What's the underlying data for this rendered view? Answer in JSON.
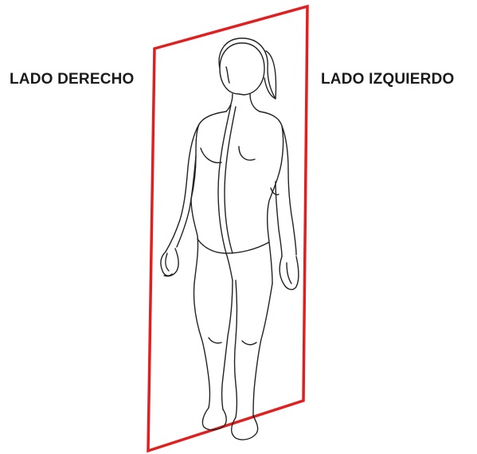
{
  "labels": {
    "right_side": "LADO DERECHO",
    "left_side": "LADO IZQUIERDO"
  },
  "colors": {
    "plane": "#e02020",
    "figure_line": "#222222",
    "text": "#1a1a1a",
    "background": "#ffffff"
  },
  "figure": {
    "subject": "female-human-body-front-view",
    "plane_type": "sagittal-midline-plane"
  }
}
